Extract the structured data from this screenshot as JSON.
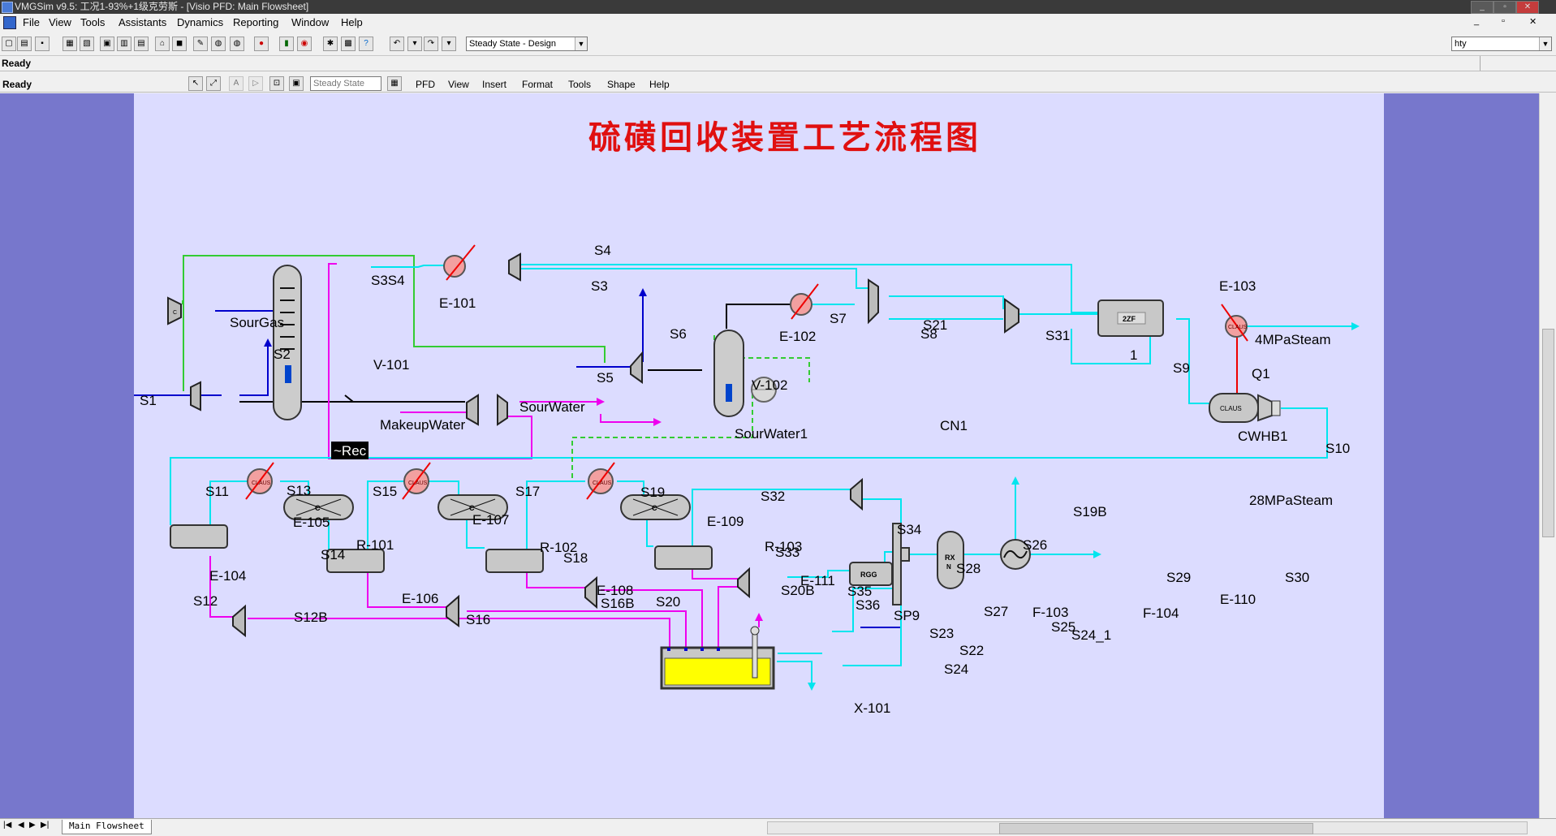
{
  "window": {
    "title": "VMGSim v9.5: 工况1-93%+1级克劳斯 - [Visio PFD: Main Flowsheet]"
  },
  "menubar": [
    {
      "id": "file",
      "label": "File"
    },
    {
      "id": "view",
      "label": "View"
    },
    {
      "id": "tools",
      "label": "Tools"
    },
    {
      "id": "assistants",
      "label": "Assistants"
    },
    {
      "id": "dynamics",
      "label": "Dynamics"
    },
    {
      "id": "reporting",
      "label": "Reporting"
    },
    {
      "id": "window",
      "label": "Window"
    },
    {
      "id": "help",
      "label": "Help"
    }
  ],
  "toolbar": {
    "mode_combo": "Steady State - Design",
    "user_combo": "hty"
  },
  "status": {
    "line1": "Ready",
    "line2": "Ready"
  },
  "visio_toolbar": {
    "mode_field": "Steady State",
    "menus": [
      "PFD",
      "View",
      "Insert",
      "Format",
      "Tools",
      "Shape",
      "Help"
    ]
  },
  "flowsheet": {
    "title": "硫磺回收装置工艺流程图",
    "streams": [
      "S1",
      "S2",
      "S3",
      "S3S4",
      "S4",
      "S5",
      "S6",
      "S7",
      "S8",
      "S9",
      "S10",
      "S11",
      "S12",
      "S12B",
      "S13",
      "S14",
      "S15",
      "S16",
      "S16B",
      "S17",
      "S18",
      "S19",
      "S19B",
      "S20",
      "S20B",
      "S21",
      "S22",
      "S23",
      "S24",
      "S24_1",
      "S25",
      "S26",
      "S27",
      "S28",
      "S29",
      "S30",
      "S31",
      "S32",
      "S33",
      "S34",
      "S35",
      "S36",
      "1",
      "Q1",
      "SourGas",
      "MakeupWater",
      "SourWater",
      "SourWater1",
      "4MPaSteam",
      "28MPaSteam"
    ],
    "units": [
      "E-101",
      "E-102",
      "E-103",
      "E-104",
      "E-105",
      "E-106",
      "E-107",
      "E-108",
      "E-109",
      "E-110",
      "E-111",
      "V-101",
      "V-102",
      "R-101",
      "R-102",
      "R-103",
      "CN1",
      "CWHB1",
      "X-101",
      "F-103",
      "F-104",
      "SP9",
      "~Rec"
    ],
    "badges": {
      "claus": "CLAUS",
      "zf": "2ZF",
      "rgg": "RGG",
      "c": "C",
      "rx": "RX\nN"
    }
  },
  "bottom": {
    "page_tab": "Main Flowsheet"
  },
  "colors": {
    "canvas": "#dcdcff",
    "gutter": "#7777cc",
    "cyan_stream": "#00e5ee",
    "blue_stream": "#0000cc",
    "magenta_stream": "#ee00ee",
    "green_stream": "#33cc33",
    "title_red": "#e01010"
  }
}
